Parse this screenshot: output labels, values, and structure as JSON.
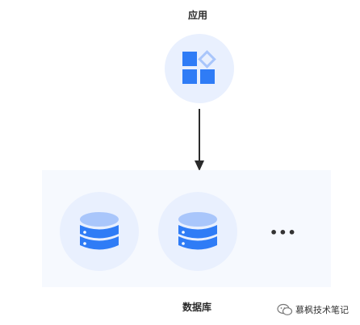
{
  "diagram": {
    "app_label": "应用",
    "db_label": "数据库",
    "more_symbol": "•••",
    "colors": {
      "circle_fill": "#e9f0fe",
      "panel_fill": "#f6f9fe",
      "icon_blue": "#2f7cf6",
      "icon_light": "#a9c6fb",
      "arrow": "#2b2b2b"
    },
    "icons": {
      "app": "application-grid-icon",
      "db": "database-icon",
      "arrow": "arrow-down-icon"
    }
  },
  "watermark": {
    "text": "慕枫技术笔记",
    "icon": "wechat-icon"
  }
}
